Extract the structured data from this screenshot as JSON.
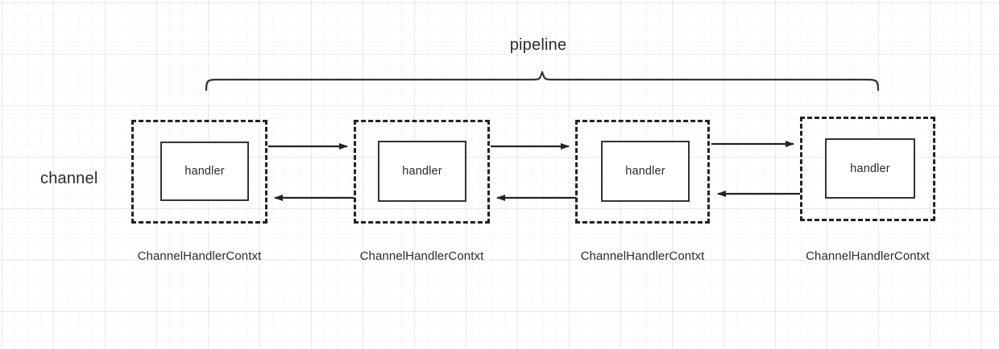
{
  "diagram": {
    "title": "pipeline",
    "left_label": "channel",
    "handler_label": "handler",
    "context_label": "ChannelHandlerContxt",
    "colors": {
      "stroke": "#222222",
      "text": "#2b2b2b",
      "background": "#ffffff",
      "grid_minor": "rgba(0,0,0,0.028)",
      "grid_major": "rgba(0,0,0,0.055)"
    },
    "nodes": [
      {
        "id": "ctx-1",
        "handler": "handler",
        "caption": "ChannelHandlerContxt"
      },
      {
        "id": "ctx-2",
        "handler": "handler",
        "caption": "ChannelHandlerContxt"
      },
      {
        "id": "ctx-3",
        "handler": "handler",
        "caption": "ChannelHandlerContxt"
      },
      {
        "id": "ctx-4",
        "handler": "handler",
        "caption": "ChannelHandlerContxt"
      }
    ],
    "connections": [
      {
        "from": "ctx-1",
        "to": "ctx-2",
        "direction": "forward"
      },
      {
        "from": "ctx-2",
        "to": "ctx-1",
        "direction": "backward"
      },
      {
        "from": "ctx-2",
        "to": "ctx-3",
        "direction": "forward"
      },
      {
        "from": "ctx-3",
        "to": "ctx-2",
        "direction": "backward"
      },
      {
        "from": "ctx-3",
        "to": "ctx-4",
        "direction": "forward"
      },
      {
        "from": "ctx-4",
        "to": "ctx-3",
        "direction": "backward"
      }
    ],
    "brace": {
      "label": "pipeline",
      "spans_nodes": [
        "ctx-1",
        "ctx-2",
        "ctx-3",
        "ctx-4"
      ]
    }
  }
}
